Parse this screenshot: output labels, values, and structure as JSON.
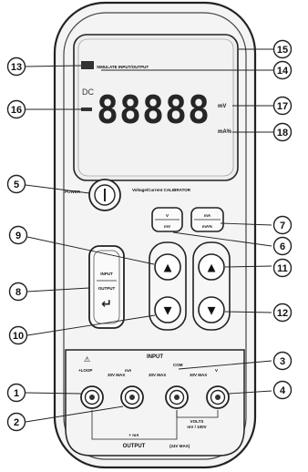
{
  "display": {
    "mode_indicator": "SIMULATE INPUT/OUTPUT",
    "digits": "88888",
    "unit_mv": "mV",
    "unit_ma": "mA%"
  },
  "device": {
    "power_label": "POWER",
    "model_label": "Voltage/Current CALIBRATOR"
  },
  "buttons": {
    "v_top": "V",
    "v_bottom": "mV",
    "ma_top": "mA",
    "ma_bottom": "mA%",
    "io_top": "INPUT",
    "io_bottom": "OUTPUT",
    "io_symbol": "↵",
    "up_symbol": "▲",
    "down_symbol": "▼"
  },
  "terminals": {
    "input_label": "INPUT",
    "loop_label": "+LOOP",
    "warning_symbol": "⚠",
    "ma_label": "mA",
    "com_label": "COM",
    "v_label": "V",
    "t1": "30V\nMAX\n+",
    "t2": "30V\nMAX\n+",
    "t3": "30V\nMAX\n+",
    "volts_label": "VOLTS",
    "volts_sub": "mV / 100V",
    "ma_output_label": "+ mA",
    "output_label": "OUTPUT",
    "output_range": "(24V MAX)"
  },
  "callouts": [
    "1",
    "2",
    "3",
    "4",
    "5",
    "6",
    "7",
    "8",
    "9",
    "10",
    "11",
    "12",
    "13",
    "14",
    "15",
    "16",
    "17",
    "18"
  ]
}
